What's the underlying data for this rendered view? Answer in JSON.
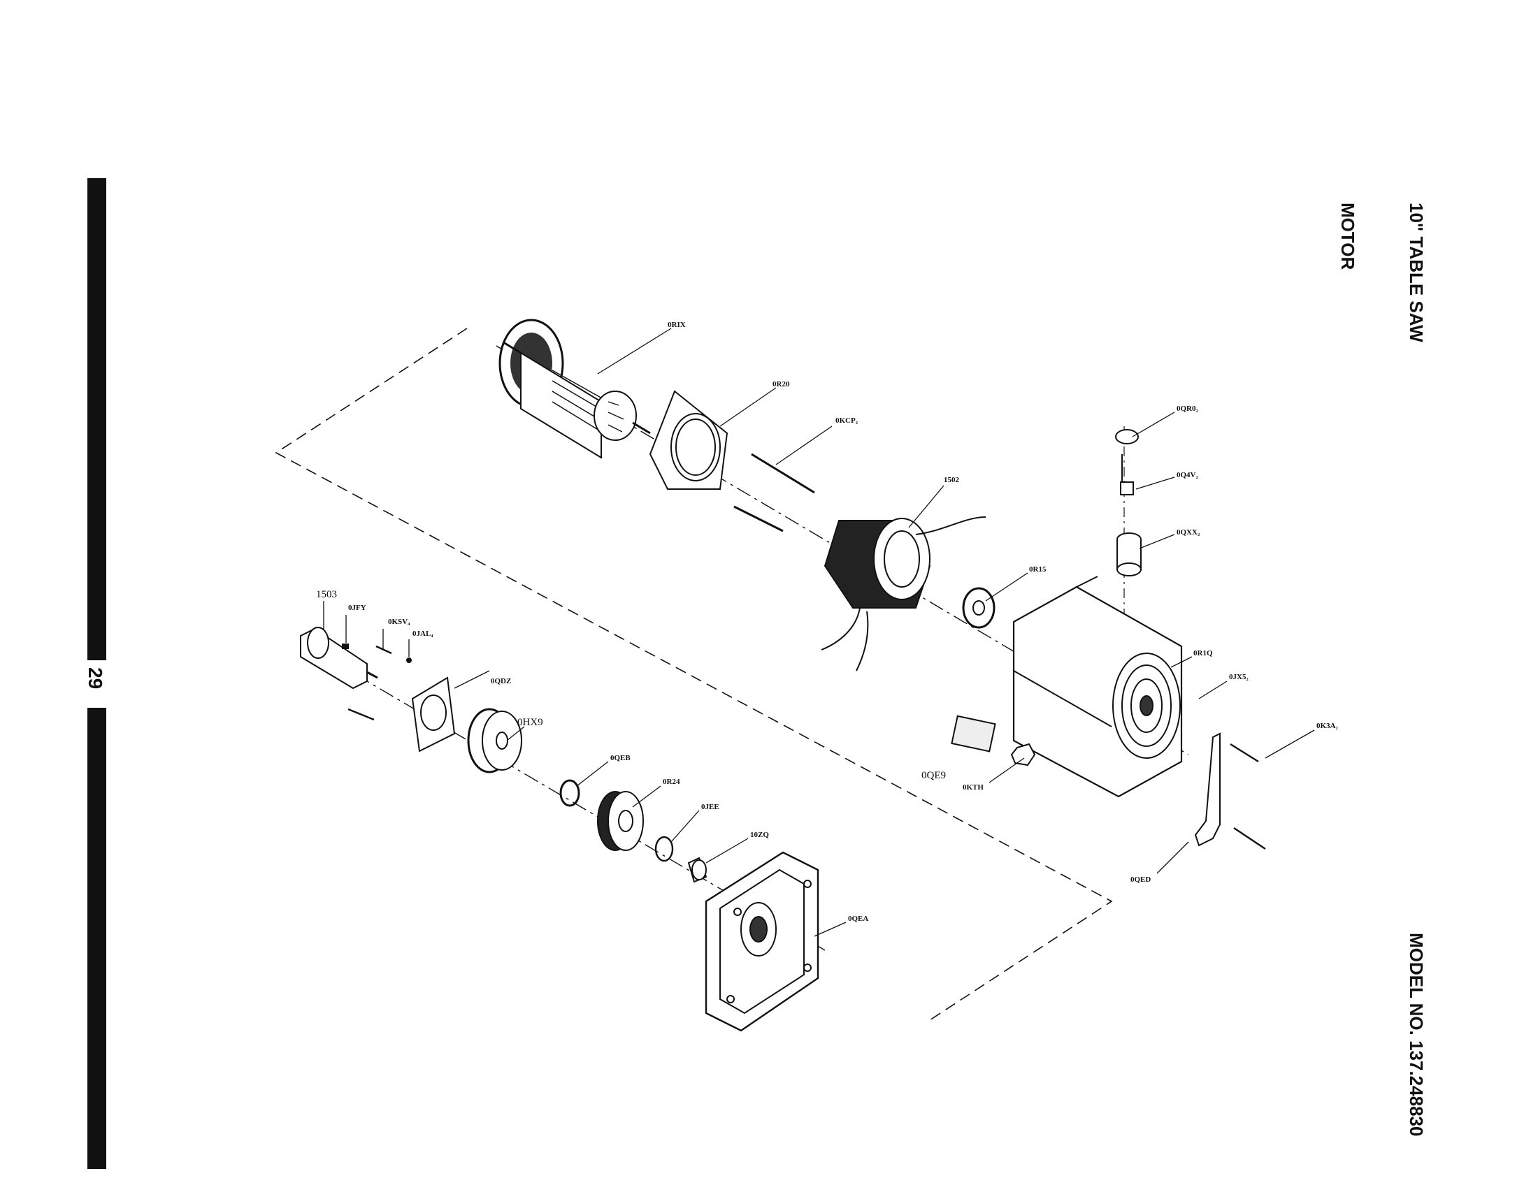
{
  "header": {
    "title": "10\" TABLE SAW",
    "section": "MOTOR",
    "model": "MODEL NO. 137.248830"
  },
  "footer": {
    "page_number": "29"
  },
  "parts": [
    {
      "id": "armature",
      "label": "0RIX"
    },
    {
      "id": "baffle",
      "label": "0R20"
    },
    {
      "id": "through-bolt",
      "label": "0KCP₂"
    },
    {
      "id": "stator",
      "label": "1502"
    },
    {
      "id": "bearing-front",
      "label": "0R15"
    },
    {
      "id": "brush-cap",
      "label": "0QR0₂"
    },
    {
      "id": "brush",
      "label": "0Q4V₂"
    },
    {
      "id": "brush-holder",
      "label": "0QXX₂"
    },
    {
      "id": "motor-housing",
      "label": "0R1Q"
    },
    {
      "id": "housing-screw",
      "label": "0JX5₂"
    },
    {
      "id": "bracket-screw",
      "label": "0K3A₂"
    },
    {
      "id": "bracket",
      "label": "0QED"
    },
    {
      "id": "nut",
      "label": "0KTH"
    },
    {
      "id": "nameplate",
      "label": "0QE9"
    },
    {
      "id": "spindle",
      "label": "1503"
    },
    {
      "id": "key",
      "label": "0JFY"
    },
    {
      "id": "gearcase-screw",
      "label": "0KSV₄"
    },
    {
      "id": "lock-washer",
      "label": "0JAL₄"
    },
    {
      "id": "bearing-plate",
      "label": "0QDZ"
    },
    {
      "id": "bearing-spindle",
      "label": "0HX9"
    },
    {
      "id": "retaining-ring-a",
      "label": "0QEB"
    },
    {
      "id": "gear",
      "label": "0R24"
    },
    {
      "id": "retaining-ring-b",
      "label": "0JEE"
    },
    {
      "id": "needle-bearing",
      "label": "10ZQ"
    },
    {
      "id": "gear-case",
      "label": "0QEA"
    }
  ]
}
